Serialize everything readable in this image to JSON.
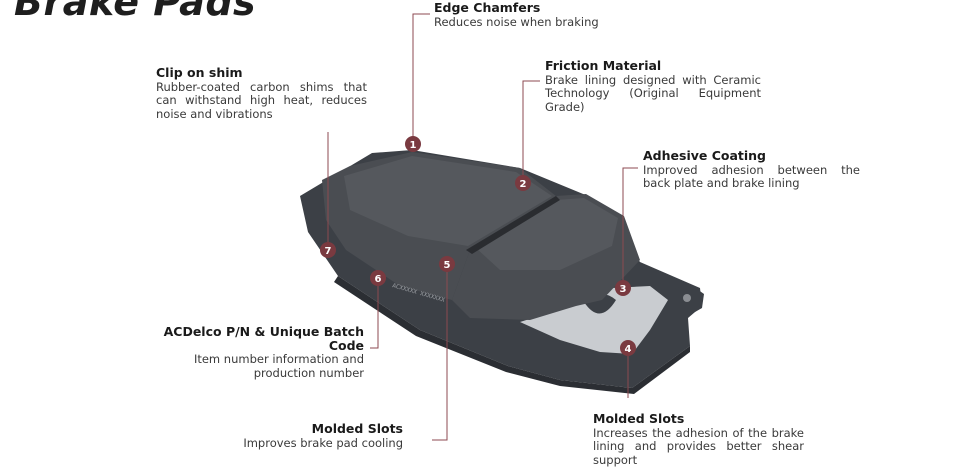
{
  "title": "Brake Pads",
  "colors": {
    "badge": "#7a3a40",
    "leader": "#8c4a50",
    "pad_dark": "#4a4d52",
    "plate": "#3c4046",
    "shim_light": "#c9ccd0"
  },
  "callouts": [
    {
      "number": "1",
      "heading": "Edge Chamfers",
      "description": "Reduces noise when braking"
    },
    {
      "number": "2",
      "heading": "Friction Material",
      "description": "Brake lining designed with Ceramic Technology (Original Equipment Grade)"
    },
    {
      "number": "3",
      "heading": "Adhesive Coating",
      "description": "Improved adhesion between the back plate and brake lining"
    },
    {
      "number": "4",
      "heading": "Molded Slots",
      "description": "Increases the adhesion of the brake lining and provides better shear support"
    },
    {
      "number": "5",
      "heading": "Molded Slots",
      "description": "Improves brake pad cooling"
    },
    {
      "number": "6",
      "heading": "ACDelco P/N & Unique Batch Code",
      "description": "Item number information and production number"
    },
    {
      "number": "7",
      "heading": "Clip on shim",
      "description": "Rubber-coated carbon shims that can withstand high heat, reduces noise and vibrations"
    }
  ]
}
